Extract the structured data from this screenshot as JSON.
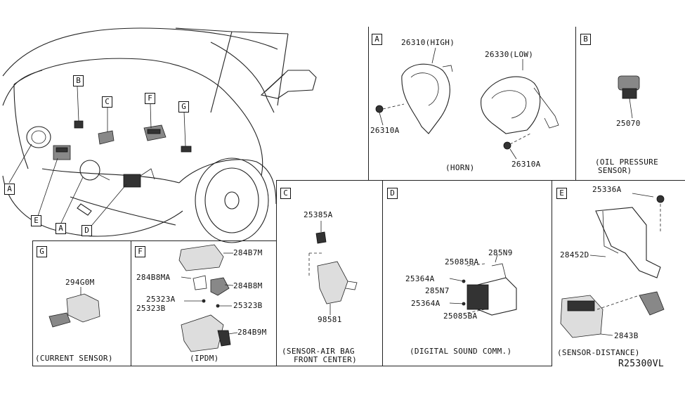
{
  "panels": {
    "main_callouts": [
      "A",
      "B",
      "C",
      "F",
      "G",
      "E",
      "A",
      "D"
    ],
    "A": {
      "label": "A",
      "part_high": "26310(HIGH)",
      "part_low": "26330(LOW)",
      "bolt_left": "26310A",
      "bolt_right": "26310A",
      "caption": "(HORN)"
    },
    "B": {
      "label": "B",
      "part": "25070",
      "caption_line1": "(OIL PRESSURE",
      "caption_line2": "SENSOR)"
    },
    "C": {
      "label": "C",
      "part_nut": "25385A",
      "part_sensor": "98581",
      "caption_line1": "(SENSOR-AIR BAG",
      "caption_line2": "FRONT CENTER)"
    },
    "D": {
      "label": "D",
      "part_top": "285N9",
      "part_mid": "285N7",
      "bracket_top": "25085BA",
      "bolt_top": "25364A",
      "bolt_bottom": "25364A",
      "bracket_bottom": "25085BA",
      "caption": "(DIGITAL SOUND COMM.)"
    },
    "E": {
      "label": "E",
      "part_bolt": "25336A",
      "part_bracket": "28452D",
      "part_sensor": "2843B",
      "caption": "(SENSOR-DISTANCE)"
    },
    "G": {
      "label": "G",
      "part": "294G0M",
      "caption": "(CURRENT SENSOR)"
    },
    "F": {
      "label": "F",
      "part_1": "284B7M",
      "part_2": "284B8MA",
      "part_3": "284B8M",
      "part_4": "25323A",
      "part_5": "25323B",
      "part_6": "25323B",
      "part_7": "284B9M",
      "caption": "(IPDM)"
    }
  },
  "diagram_code": "R25300VL"
}
